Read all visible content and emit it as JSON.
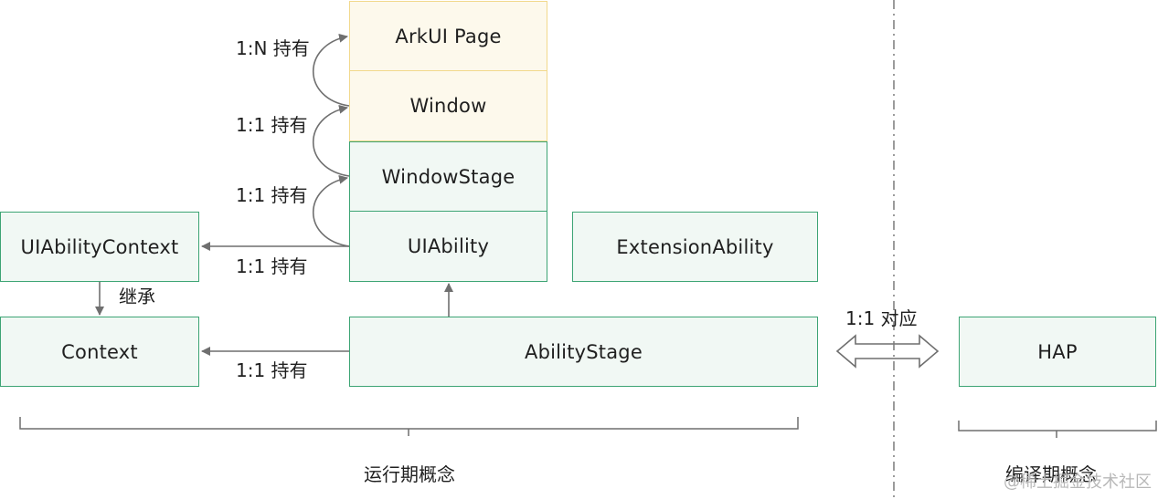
{
  "nodes": {
    "arkui_page": "ArkUI Page",
    "window": "Window",
    "window_stage": "WindowStage",
    "ui_ability": "UIAbility",
    "extension_ability": "ExtensionAbility",
    "ui_ability_context": "UIAbilityContext",
    "context": "Context",
    "ability_stage": "AbilityStage",
    "hap": "HAP"
  },
  "edges": {
    "page_window": "1:N 持有",
    "window_windowstage": "1:1 持有",
    "windowstage_uiability": "1:1 持有",
    "uiability_context": "1:1 持有",
    "inherit": "继承",
    "abilitystage_context": "1:1 持有",
    "stage_hap": "1:1 对应"
  },
  "groups": {
    "runtime": "运行期概念",
    "compile": "编译期概念"
  },
  "watermark": "@稀土掘金技术社区",
  "colors": {
    "green_border": "#3da474",
    "green_fill": "#f1f8f4",
    "yellow_border": "#f2d98c",
    "yellow_fill": "#fdf9ec",
    "arrow": "#6f6f6f"
  }
}
